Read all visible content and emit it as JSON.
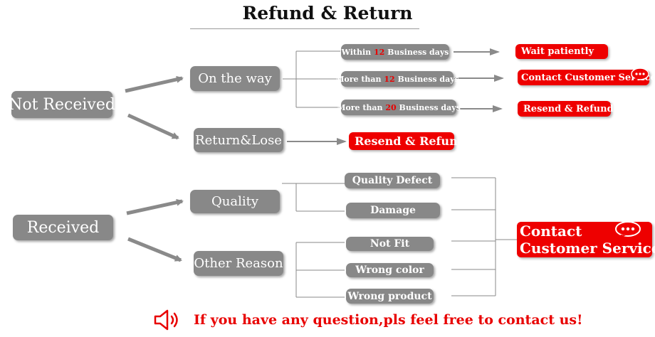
{
  "title": "Refund & Return",
  "not_received": {
    "label": "Not Received",
    "on_the_way": {
      "label": "On the way",
      "rows": [
        {
          "pre": "Within",
          "num": "12",
          "post": "Business days",
          "result": "Wait patiently"
        },
        {
          "pre": "More than",
          "num": "12",
          "post": "Business days",
          "result": "Contact Customer Service"
        },
        {
          "pre": "More than",
          "num": "20",
          "post": "Business days",
          "result": "Resend & Refund"
        }
      ]
    },
    "return_lose": {
      "label": "Return&Lose",
      "result": "Resend & Refund"
    }
  },
  "received": {
    "label": "Received",
    "quality": {
      "label": "Quality",
      "items": [
        "Quality Defect",
        "Damage"
      ]
    },
    "other_reason": {
      "label": "Other Reason",
      "items": [
        "Not Fit",
        "Wrong color",
        "Wrong product"
      ]
    },
    "result": {
      "line1": "Contact",
      "line2": "Customer Service"
    }
  },
  "footer": "If you have any question,pls feel free to contact us!",
  "icons": {
    "speaker": "speaker-icon",
    "chat": "chat-bubble-icon"
  },
  "colors": {
    "gray_box": "#888888",
    "red": "#ee0000",
    "number_red": "#e80000"
  }
}
